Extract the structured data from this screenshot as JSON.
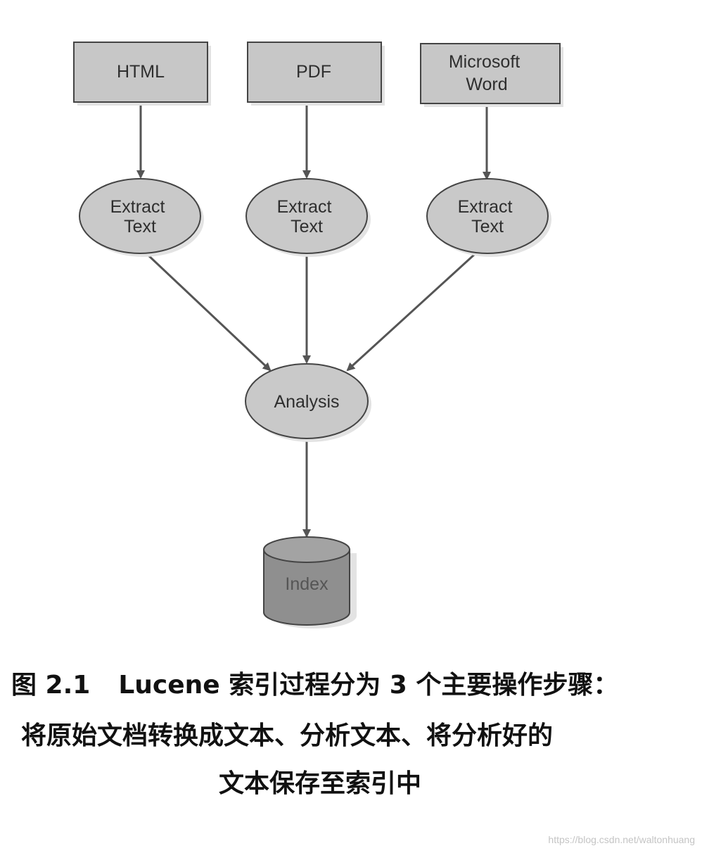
{
  "diagram": {
    "sources": [
      {
        "lines": [
          "HTML"
        ]
      },
      {
        "lines": [
          "PDF"
        ]
      },
      {
        "lines": [
          "Microsoft",
          "Word"
        ]
      }
    ],
    "extractors": [
      {
        "lines": [
          "Extract",
          "Text"
        ]
      },
      {
        "lines": [
          "Extract",
          "Text"
        ]
      },
      {
        "lines": [
          "Extract",
          "Text"
        ]
      }
    ],
    "analysis": {
      "label": "Analysis"
    },
    "index": {
      "label": "Index"
    }
  },
  "caption": {
    "figure_label": "图 2.1",
    "line1": "Lucene 索引过程分为 3 个主要操作步骤：",
    "line2": "将原始文档转换成文本、分析文本、将分析好的",
    "line3": "文本保存至索引中"
  },
  "watermark": "https://blog.csdn.net/waltonhuang",
  "colors": {
    "box_fill": "#c7c7c7",
    "ellipse_fill": "#c9c9c9",
    "cylinder_fill": "#8f8f8f",
    "stroke": "#444444",
    "shadow": "#e3e3e3",
    "arrow": "#555555"
  }
}
